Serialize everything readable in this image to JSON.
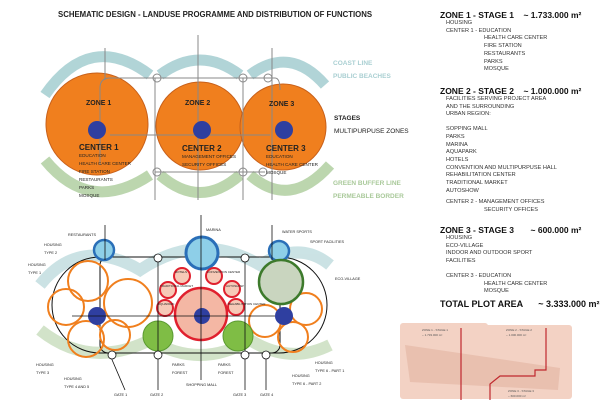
{
  "title": "SCHEMATIC DESIGN  -  LANDUSE PROGRAMME AND DISTRIBUTION OF FUNCTIONS",
  "top_diagram": {
    "zones": [
      {
        "label": "ZONE 1",
        "center": "CENTER 1",
        "items": [
          "EDUCATION",
          "HEALTH CARE CENTER",
          "FIRE STATION",
          "RESTAURANTS",
          "PARKS",
          "MOSQUE"
        ]
      },
      {
        "label": "ZONE 2",
        "center": "CENTER 2",
        "items": [
          "MANAGEMENT OFFICES",
          "SECURITY OFFICES"
        ]
      },
      {
        "label": "ZONE 3",
        "center": "CENTER 3",
        "items": [
          "EDUCATION",
          "HEALTH CARE CENTER",
          "MOSQUE"
        ]
      }
    ],
    "coast_line": "COAST LINE",
    "public_beaches": "PUBLIC BEACHES",
    "stages": "STAGES",
    "multipurpose": "MULTIPURPUSE ZONES",
    "green_buffer": "GREEN BUFFER LINE",
    "permeable_border": "PERMEABLE BORDER"
  },
  "bottom_diagram": {
    "labels": {
      "restaurants": "RESTAURANTS",
      "housing_type2": [
        "HOUSING",
        "TYPE 2"
      ],
      "housing_type1": [
        "HOUSING",
        "TYPE 1"
      ],
      "housing_type3": [
        "HOUSING",
        "TYPE 3"
      ],
      "housing_type45": [
        "HOUSING",
        "TYPE 4 AND 5"
      ],
      "marina": "MARINA",
      "water_sports": "WATER SPORTS",
      "sport_facilities": "SPORT FACILITIES",
      "eco_village": "ECO-VILLAGE",
      "hotels": "HOTELS",
      "convention": "CONVENTION CENTER",
      "traditional_market": "TRADITIONAL MARKET",
      "autoshow": "AUTOSHOW",
      "aquapark": "AQUAPARK",
      "rehabilitation": "REHABILITATION CENTER",
      "parks_forest_1": [
        "PARKS",
        "FOREST"
      ],
      "parks_forest_2": [
        "PARKS",
        "FOREST"
      ],
      "shopping_mall": "SHOPPING MALL",
      "housing_type6_1": [
        "HOUSING",
        "TYPE 6 - PART 1"
      ],
      "housing_type6_2": [
        "HOUSING",
        "TYPE 6 - PART 2"
      ],
      "gates": [
        "GATE 1",
        "GATE 2",
        "GATE 3",
        "GATE 4"
      ]
    }
  },
  "right_panel": {
    "zone1": {
      "heading": "ZONE 1 - STAGE 1",
      "area": "~ 1.733.000 m²",
      "lines": [
        "HOUSING"
      ],
      "center_label": "CENTER 1 -",
      "center_items": [
        "EDUCATION",
        "HEALTH CARE CENTER",
        "FIRE STATION",
        "RESTAURANTS",
        "PARKS",
        "MOSQUE"
      ]
    },
    "zone2": {
      "heading": "ZONE 2 - STAGE 2",
      "area": "~ 1.000.000 m²",
      "lines": [
        "FACILITIES SERVING PROJECT AREA",
        "AND THE SURROUNDING",
        "URBAN REGION:"
      ],
      "lines2": [
        "SOPPING MALL",
        "PARKS",
        "MARINA",
        "AQUAPARK",
        "HOTELS",
        "CONVENTION AND MULTIPURPUSE HALL",
        "REHABILITATION CENTER",
        "TRADITIONAL MARKET",
        "AUTOSHOW"
      ],
      "center_label": "CENTER 2 -",
      "center_items": [
        "MANAGEMENT OFFICES",
        "SECURITY OFFICES"
      ]
    },
    "zone3": {
      "heading": "ZONE 3 - STAGE 3",
      "area": "~ 600.000 m²",
      "lines": [
        "HOUSING",
        "ECO-VILLAGE",
        "INDOOR AND OUTDOOR SPORT",
        "FACILITIES"
      ],
      "center_label": "CENTER 3 -",
      "center_items": [
        "EDUCATION",
        "HEALTH CARE CENTER",
        "MOSQUE"
      ]
    },
    "total_label": "TOTAL  PLOT AREA",
    "total_area": "~ 3.333.000 m²"
  },
  "site_map": {
    "zone1": [
      "ZONE 1 - STAGE 1",
      "~ 1.733.000 m²"
    ],
    "zone2": [
      "ZONE 2 - STAGE 2",
      "~ 1.000.000 m²"
    ],
    "zone3": [
      "ZONE 3 - STAGE 3",
      "~ 600.000 m²"
    ]
  },
  "colors": {
    "orange": "#f07f1e",
    "blue": "#2f3fa0",
    "teal": "#9cc8cc",
    "green": "#a9c99a",
    "red": "#e0202e",
    "pink": "#f4b7a4",
    "light_blue": "#8ecfe8",
    "park_green": "#7fbd45",
    "dark_green": "#3d7a2c",
    "map": "#f3d2c4"
  }
}
